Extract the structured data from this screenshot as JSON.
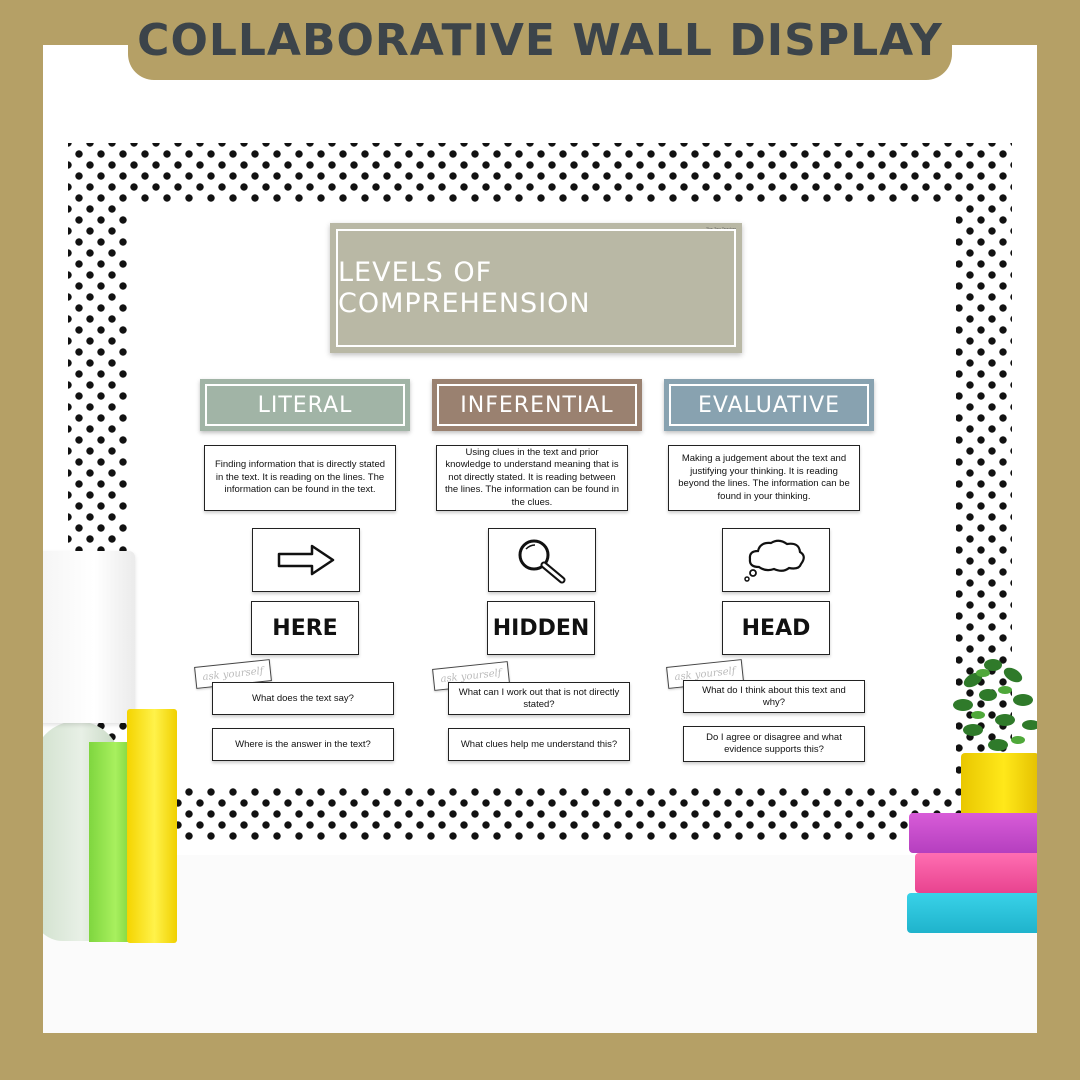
{
  "header": {
    "title": "COLLABORATIVE WALL DISPLAY"
  },
  "board": {
    "title": "LEVELS OF COMPREHENSION",
    "tiny_label": "The Zen Teacher",
    "ask_label": "ask yourself",
    "columns": [
      {
        "category": "LITERAL",
        "color": "#a1b4a6",
        "description": "Finding information that is directly stated in the text. It is reading on the lines. The information can be found in the text.",
        "icon": "arrow-right-icon",
        "keyword": "HERE",
        "questions": [
          "What does the text say?",
          "Where is the answer in the text?"
        ]
      },
      {
        "category": "INFERENTIAL",
        "color": "#9a8170",
        "description": "Using clues in the text and prior knowledge to understand meaning that is not directly stated. It is reading between the lines. The information can be found in the clues.",
        "icon": "magnifying-glass-icon",
        "keyword": "HIDDEN",
        "questions": [
          "What can I work out that is not directly stated?",
          "What clues help me understand this?"
        ]
      },
      {
        "category": "EVALUATIVE",
        "color": "#88a2b0",
        "description": "Making a judgement about the text and justifying your thinking. It is reading beyond the lines. The information can be found in your thinking.",
        "icon": "thought-cloud-icon",
        "keyword": "HEAD",
        "questions": [
          "What do I think about this text and why?",
          "Do I agree or disagree and what evidence supports this?"
        ]
      }
    ]
  },
  "colors": {
    "frame": "#b5a066",
    "header_text": "#3c444a",
    "title_card": "#b9b8a5"
  }
}
